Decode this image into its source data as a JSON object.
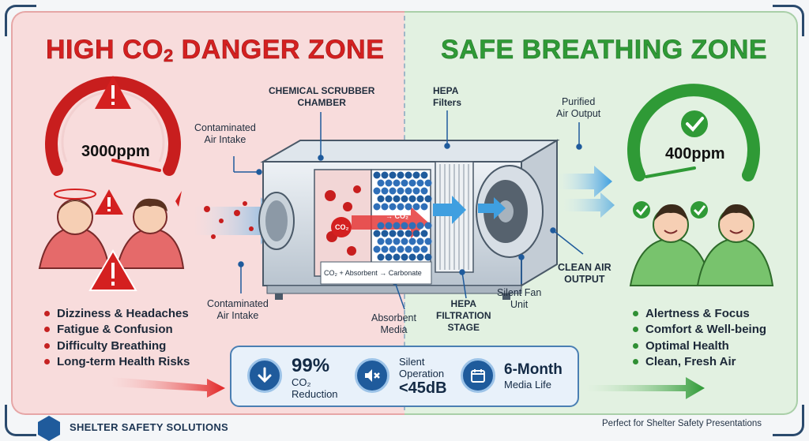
{
  "left": {
    "title_main": "HIGH CO",
    "title_sub": "2",
    "title_rest": " DANGER ZONE",
    "gauge_value": "3000ppm",
    "symptoms": [
      "Dizziness & Headaches",
      "Fatigue & Confusion",
      "Difficulty Breathing",
      "Long-term Health Risks"
    ]
  },
  "right": {
    "title": "SAFE BREATHING ZONE",
    "gauge_value": "400ppm",
    "benefits": [
      "Alertness & Focus",
      "Comfort & Well-being",
      "Optimal Health",
      "Clean, Fresh Air"
    ]
  },
  "callouts": {
    "intake_top_l1": "Contaminated",
    "intake_top_l2": "Air Intake",
    "scrubber_l1": "CHEMICAL SCRUBBER",
    "scrubber_l2": "CHAMBER",
    "hepa_l1": "HEPA",
    "hepa_l2": "Filters",
    "purified_l1": "Purified",
    "purified_l2": "Air Output",
    "clean_l1": "CLEAN AIR",
    "clean_l2": "OUTPUT",
    "intake_bottom_l1": "Contaminated",
    "intake_bottom_l2": "Air Intake",
    "absorbent_l1": "Absorbent",
    "absorbent_l2": "Media",
    "hepa_stage_l1": "HEPA",
    "hepa_stage_l2": "FILTRATION",
    "hepa_stage_l3": "STAGE",
    "fan_l1": "Silent Fan",
    "fan_l2": "Unit",
    "co2_molecule": "CO₂",
    "co2_arrow": "→ CO₂",
    "reaction": "CO₂ + Absorbent → Carbonate"
  },
  "features": {
    "f1_big": "99%",
    "f1_l1": "CO₂",
    "f1_l2": "Reduction",
    "f2_l1": "Silent",
    "f2_l2": "Operation",
    "f2_big": "<45dB",
    "f3_big": "6-Month",
    "f3_l1": "Media Life"
  },
  "footer": {
    "brand": "SHELTER SAFETY SOLUTIONS",
    "note": "Perfect for Shelter Safety Presentations"
  },
  "colors": {
    "danger": "#d42020",
    "safe": "#2f9a36",
    "accent": "#1f5b9c"
  }
}
